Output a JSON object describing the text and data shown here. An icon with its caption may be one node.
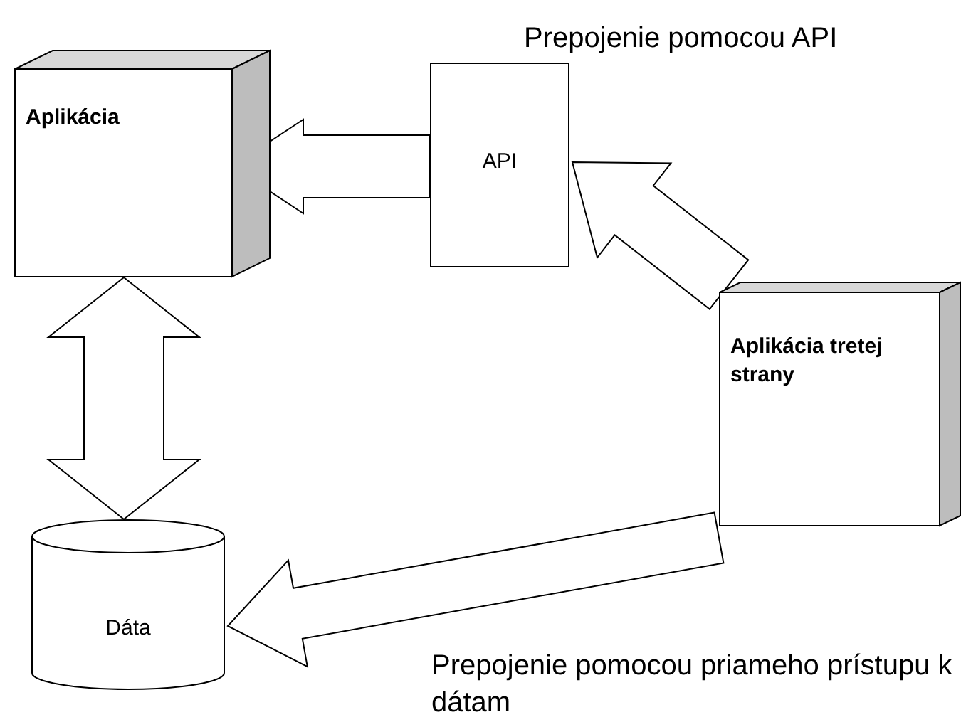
{
  "diagram": {
    "nodes": [
      {
        "text": [
          "Aplikácia"
        ]
      },
      {
        "text": [
          "API"
        ]
      },
      {
        "text": [
          "Aplikácia tretej strany"
        ]
      },
      {
        "text": [
          "Dáta"
        ]
      }
    ],
    "edges": [
      {
        "from": 1,
        "to": 0,
        "arrow": "to"
      },
      {
        "from": 2,
        "to": 1,
        "arrow": "to"
      },
      {
        "from": 0,
        "to": 3,
        "arrow": "both"
      },
      {
        "from": 2,
        "to": 3,
        "arrow": "to"
      }
    ],
    "labels": [
      "Prepojenie pomocou API",
      "Prepojenie pomocou priameho prístupu k dátam"
    ]
  }
}
